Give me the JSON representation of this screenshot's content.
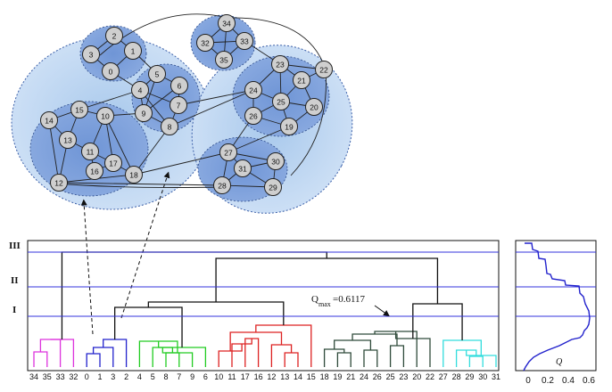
{
  "network": {
    "nodes": [
      "0",
      "1",
      "2",
      "3",
      "4",
      "5",
      "6",
      "7",
      "8",
      "9",
      "10",
      "11",
      "12",
      "13",
      "14",
      "15",
      "16",
      "17",
      "18",
      "19",
      "20",
      "21",
      "22",
      "23",
      "24",
      "25",
      "26",
      "27",
      "28",
      "29",
      "30",
      "31",
      "32",
      "33",
      "34",
      "35"
    ]
  },
  "dendrogram": {
    "levels": [
      "III",
      "II",
      "I"
    ],
    "leaves": [
      "34",
      "35",
      "33",
      "32",
      "0",
      "1",
      "3",
      "2",
      "4",
      "5",
      "8",
      "7",
      "9",
      "6",
      "10",
      "11",
      "17",
      "16",
      "12",
      "13",
      "14",
      "15",
      "18",
      "19",
      "21",
      "24",
      "26",
      "25",
      "23",
      "20",
      "22",
      "27",
      "28",
      "29",
      "30",
      "31"
    ],
    "annotation": {
      "q": "Q",
      "sub": "max",
      "value": "=0.6117"
    },
    "colors": {
      "magenta": "#dd33dd",
      "blue": "#2222cc",
      "green": "#22cc22",
      "red": "#dd2222",
      "darkgreen": "#2f4a3a",
      "cyan": "#33dddd",
      "black": "#111111",
      "level_line": "#3333dd"
    }
  },
  "modularity_panel": {
    "xticks": [
      "0",
      "0.2",
      "0.4",
      "0.6"
    ],
    "label": "Q"
  }
}
